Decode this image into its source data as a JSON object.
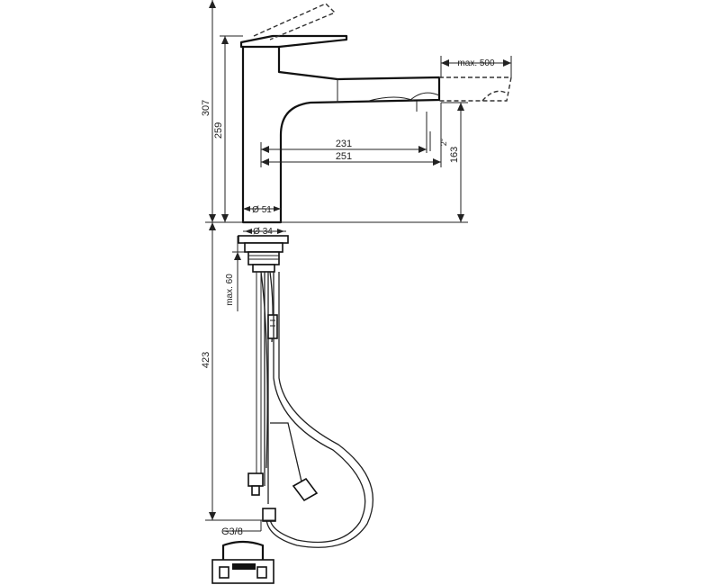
{
  "dimensions": {
    "total_height": "307",
    "body_height": "259",
    "spout_reach_inner": "231",
    "spout_reach_outer": "251",
    "spout_height": "163",
    "pullout_length": "max. 500",
    "swivel_angle": "2°",
    "body_diameter": "Ø 51",
    "hole_diameter": "Ø 34",
    "max_deck_thickness": "max. 60",
    "below_deck_length": "423",
    "connection_thread": "G3/8"
  }
}
